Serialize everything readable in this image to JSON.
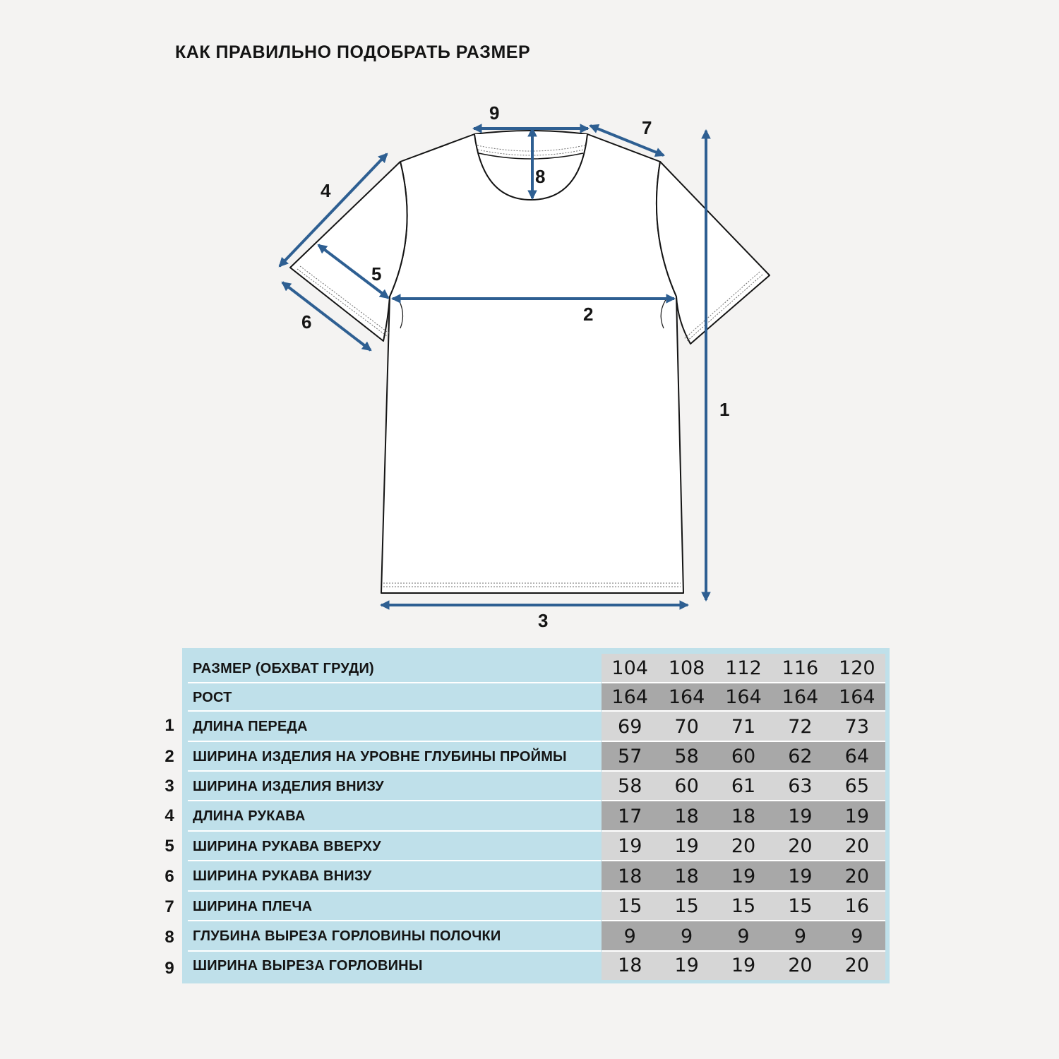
{
  "title": "КАК ПРАВИЛЬНО ПОДОБРАТЬ РАЗМЕР",
  "diagram": {
    "labels": {
      "d1": "1",
      "d2": "2",
      "d3": "3",
      "d4": "4",
      "d5": "5",
      "d6": "6",
      "d7": "7",
      "d8": "8",
      "d9": "9"
    },
    "arrow_color": "#2e5f92"
  },
  "table": {
    "header": {
      "label": "РАЗМЕР (ОБХВАТ ГРУДИ)",
      "values": [
        "104",
        "108",
        "112",
        "116",
        "120"
      ]
    },
    "height": {
      "label": "РОСТ",
      "values": [
        "164",
        "164",
        "164",
        "164",
        "164"
      ]
    },
    "rows": [
      {
        "num": "1",
        "label": "ДЛИНА ПЕРЕДА",
        "values": [
          "69",
          "70",
          "71",
          "72",
          "73"
        ]
      },
      {
        "num": "2",
        "label": "ШИРИНА ИЗДЕЛИЯ НА УРОВНЕ ГЛУБИНЫ ПРОЙМЫ",
        "values": [
          "57",
          "58",
          "60",
          "62",
          "64"
        ]
      },
      {
        "num": "3",
        "label": "ШИРИНА ИЗДЕЛИЯ ВНИЗУ",
        "values": [
          "58",
          "60",
          "61",
          "63",
          "65"
        ]
      },
      {
        "num": "4",
        "label": "ДЛИНА РУКАВА",
        "values": [
          "17",
          "18",
          "18",
          "19",
          "19"
        ]
      },
      {
        "num": "5",
        "label": "ШИРИНА РУКАВА ВВЕРХУ",
        "values": [
          "19",
          "19",
          "20",
          "20",
          "20"
        ]
      },
      {
        "num": "6",
        "label": "ШИРИНА РУКАВА ВНИЗУ",
        "values": [
          "18",
          "18",
          "19",
          "19",
          "20"
        ]
      },
      {
        "num": "7",
        "label": "ШИРИНА ПЛЕЧА",
        "values": [
          "15",
          "15",
          "15",
          "15",
          "16"
        ]
      },
      {
        "num": "8",
        "label": "ГЛУБИНА ВЫРЕЗА ГОРЛОВИНЫ ПОЛОЧКИ",
        "values": [
          "9",
          "9",
          "9",
          "9",
          "9"
        ]
      },
      {
        "num": "9",
        "label": "ШИРИНА ВЫРЕЗА ГОРЛОВИНЫ",
        "values": [
          "18",
          "19",
          "19",
          "20",
          "20"
        ]
      }
    ],
    "colors": {
      "label_background": "#bfe0ea",
      "value_light": "#d6d6d6",
      "value_dark": "#a8a8a8"
    }
  }
}
